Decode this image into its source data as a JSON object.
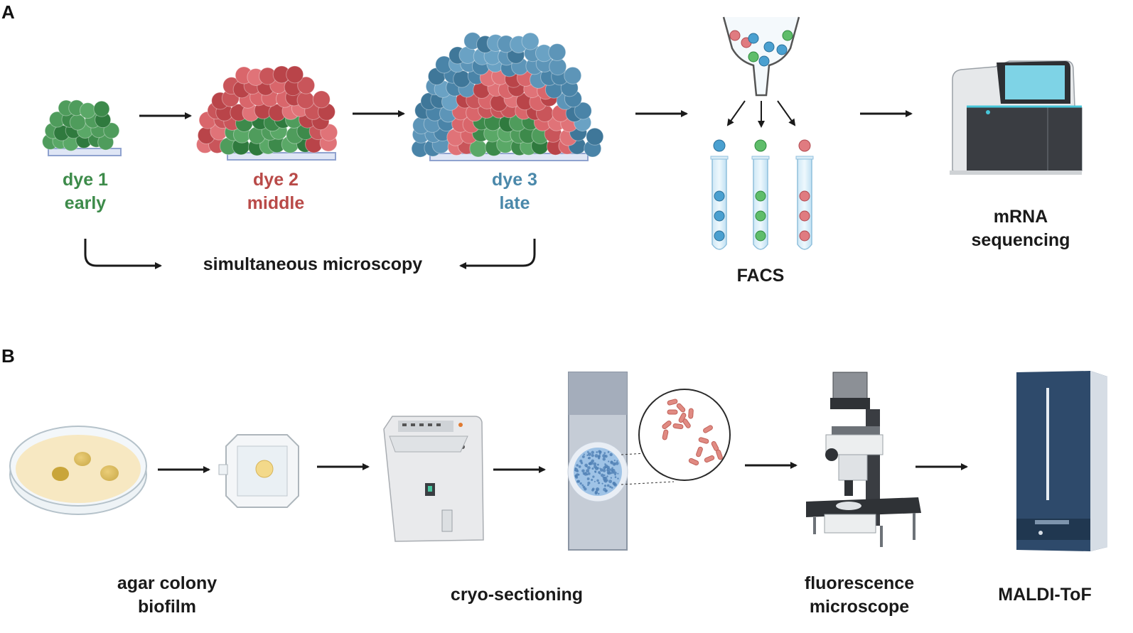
{
  "colors": {
    "green": "#3f8f4f",
    "red": "#c0504d",
    "blue": "#4f8fb0",
    "label_green": "#3d8b4a",
    "label_red": "#b94a48",
    "label_blue": "#4a88aa",
    "text": "#1a1a1a"
  },
  "panel_a": {
    "letter": "A",
    "stages": [
      {
        "dye": "dye 1",
        "phase": "early"
      },
      {
        "dye": "dye 2",
        "phase": "middle"
      },
      {
        "dye": "dye 3",
        "phase": "late"
      }
    ],
    "microscopy_label": "simultaneous microscopy",
    "facs_label": "FACS",
    "sequencing_label": [
      "mRNA",
      "sequencing"
    ]
  },
  "panel_b": {
    "letter": "B",
    "steps": [
      {
        "line1": "agar colony",
        "line2": "biofilm"
      },
      {
        "line1": "cryo-sectioning",
        "line2": ""
      },
      {
        "line1": "fluorescence",
        "line2": "microscope"
      },
      {
        "line1": "MALDI-ToF",
        "line2": ""
      }
    ]
  },
  "icons": [
    "colony-early-icon",
    "colony-middle-icon",
    "colony-late-icon",
    "funnel-icon",
    "test-tube-icon",
    "sequencer-icon",
    "petri-dish-icon",
    "sample-holder-icon",
    "cryostat-icon",
    "slide-icon",
    "magnifier-icon",
    "microscope-icon",
    "maldi-instrument-icon"
  ]
}
